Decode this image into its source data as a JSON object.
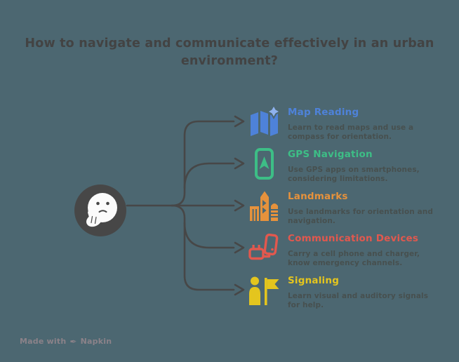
{
  "title": "How to navigate and communicate effectively in an urban environment?",
  "colors": {
    "background": "#4C6771",
    "line": "#474747",
    "title_text": "#434343",
    "description_text": "#47504F",
    "center_circle": "#474747",
    "center_face": "#FBFBFB",
    "footer_text": "#8B8289"
  },
  "center": {
    "icon": "thinking-face-icon"
  },
  "items": [
    {
      "label": "Map Reading",
      "description": "Learn to read maps and use a compass for orientation.",
      "color": "#4E82D9",
      "color2": "#8FB2EE",
      "icon": "folded-map-compass-icon"
    },
    {
      "label": "GPS Navigation",
      "description": "Use GPS apps on smartphones, considering limitations.",
      "color": "#3DBE86",
      "icon": "smartphone-navigation-icon"
    },
    {
      "label": "Landmarks",
      "description": "Use landmarks for orientation and navigation.",
      "color": "#E6923C",
      "icon": "city-buildings-icon"
    },
    {
      "label": "Communication Devices",
      "description": "Carry a cell phone and charger, know emergency channels.",
      "color": "#E2584E",
      "icon": "phone-and-charger-icon"
    },
    {
      "label": "Signaling",
      "description": "Learn visual and auditory signals for help.",
      "color": "#E4C51E",
      "icon": "person-with-flag-icon"
    }
  ],
  "footer": {
    "made_with": "Made with",
    "brand": "Napkin",
    "icon": "pen-nib-icon"
  }
}
